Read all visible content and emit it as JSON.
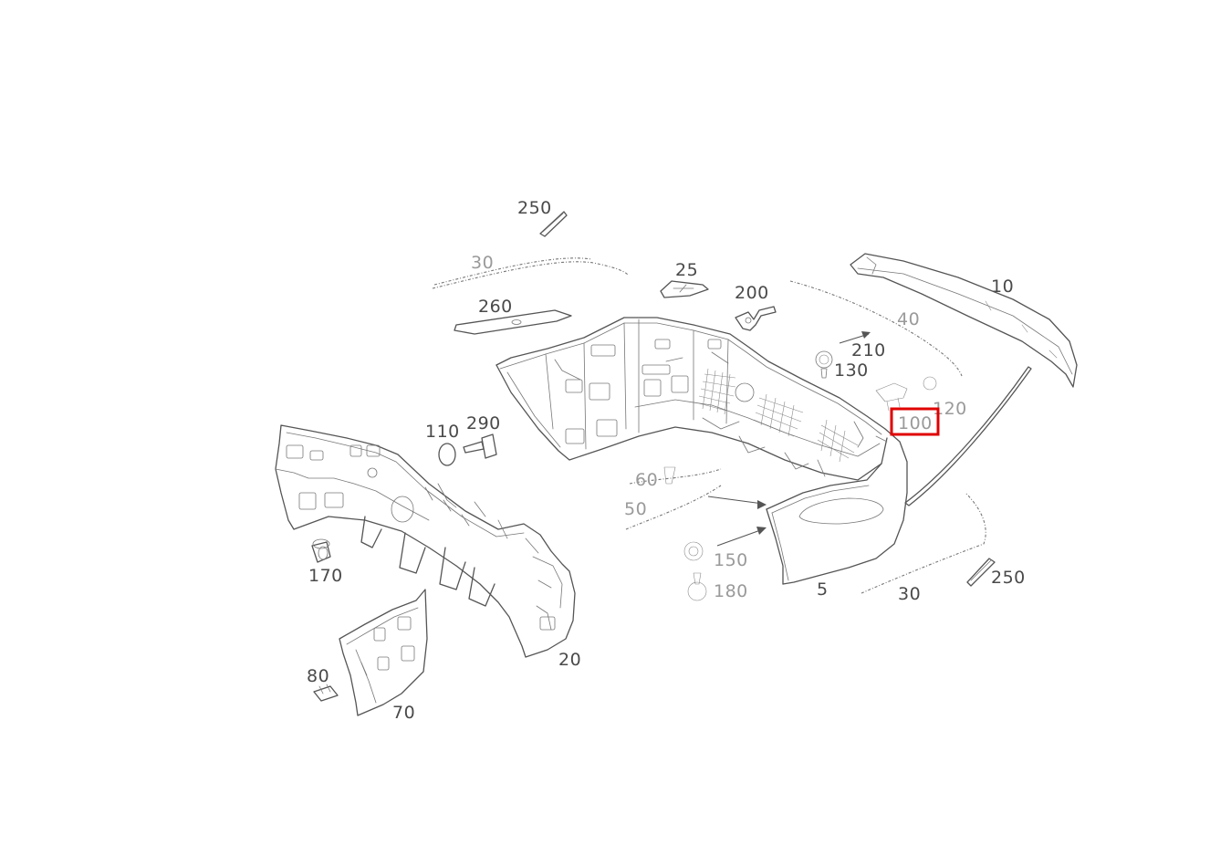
{
  "diagram": {
    "highlight_color": "#e00000",
    "highlighted_callout": "100",
    "callouts": [
      {
        "id": "c250a",
        "text": "250",
        "faint": false
      },
      {
        "id": "c30a",
        "text": "30",
        "faint": true
      },
      {
        "id": "c260",
        "text": "260",
        "faint": false
      },
      {
        "id": "c25",
        "text": "25",
        "faint": false
      },
      {
        "id": "c200",
        "text": "200",
        "faint": false
      },
      {
        "id": "c10",
        "text": "10",
        "faint": false
      },
      {
        "id": "c40",
        "text": "40",
        "faint": true
      },
      {
        "id": "c210",
        "text": "210",
        "faint": false
      },
      {
        "id": "c130",
        "text": "130",
        "faint": false
      },
      {
        "id": "c120",
        "text": "120",
        "faint": true
      },
      {
        "id": "c100",
        "text": "100",
        "faint": true
      },
      {
        "id": "c110",
        "text": "110",
        "faint": false
      },
      {
        "id": "c290",
        "text": "290",
        "faint": false
      },
      {
        "id": "c170",
        "text": "170",
        "faint": false
      },
      {
        "id": "c20",
        "text": "20",
        "faint": false
      },
      {
        "id": "c80",
        "text": "80",
        "faint": false
      },
      {
        "id": "c70",
        "text": "70",
        "faint": false
      },
      {
        "id": "c5",
        "text": "5",
        "faint": false
      },
      {
        "id": "c30b",
        "text": "30",
        "faint": false
      },
      {
        "id": "c250b",
        "text": "250",
        "faint": false
      },
      {
        "id": "c150",
        "text": "150",
        "faint": true
      },
      {
        "id": "c180",
        "text": "180",
        "faint": true
      },
      {
        "id": "c60",
        "text": "60",
        "faint": true
      },
      {
        "id": "c50",
        "text": "50",
        "faint": true
      }
    ]
  }
}
